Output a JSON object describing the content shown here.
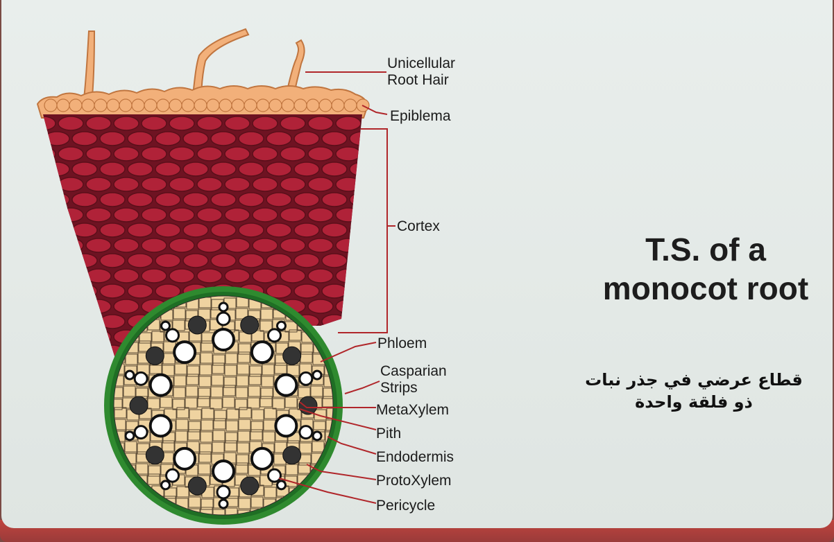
{
  "title": {
    "line1": "T.S. of a",
    "line2": "monocot root"
  },
  "arabic_caption": {
    "line1": "قطاع عرضي في جذر نبات",
    "line2": "ذو فلقة واحدة"
  },
  "labels": {
    "root_hair_1": "Unicellular",
    "root_hair_2": "Root Hair",
    "epiblema": "Epiblema",
    "cortex": "Cortex",
    "phloem": "Phloem",
    "casparian_1": "Casparian",
    "casparian_2": "Strips",
    "metaxylem": "MetaXylem",
    "pith": "Pith",
    "endodermis": "Endodermis",
    "protoxylem": "ProtoXylem",
    "pericycle": "Pericycle"
  },
  "colors": {
    "cortex": "#8e1c2e",
    "cortex_cell": "#b02238",
    "epiblema": "#f2b07a",
    "stele_ground": "#efd3a0",
    "endodermis": "#2f8a2f",
    "phloem": "#333333",
    "xylem": "#ffffff",
    "leader_line": "#b0262a"
  }
}
